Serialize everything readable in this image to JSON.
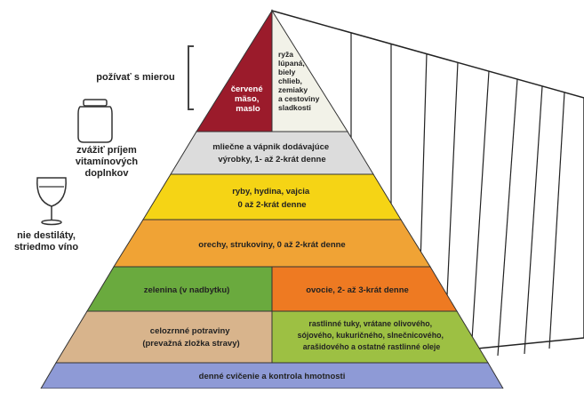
{
  "pyramid": {
    "tiers": {
      "red_meat": {
        "lines": [
          "červené",
          "mäso,",
          "maslo"
        ],
        "color": "#9b1b2b",
        "text_color": "#ffffff"
      },
      "refined": {
        "lines": [
          "ryža",
          "lúpaná,",
          "biely",
          "chlieb,",
          "zemiaky",
          "a cestoviny",
          "sladkosti"
        ],
        "color": "#f2f2e8"
      },
      "dairy": {
        "lines": [
          "mliečne a vápnik dodávajúce",
          "výrobky, 1- až 2-krát denne"
        ],
        "color": "#dcdcdc"
      },
      "fish": {
        "lines": [
          "ryby, hydina, vajcia",
          "0 až 2-krát denne"
        ],
        "color": "#f5d415"
      },
      "nuts": {
        "lines": [
          "orechy, strukoviny, 0 až 2-krát denne"
        ],
        "color": "#f0a335"
      },
      "vegetables": {
        "lines": [
          "zelenina (v nadbytku)"
        ],
        "color": "#6aaa3e"
      },
      "fruit": {
        "lines": [
          "ovocie, 2- až 3-krát denne"
        ],
        "color": "#ee7a22"
      },
      "wholegrain": {
        "lines": [
          "celozrnné potraviny",
          "(prevažná zložka stravy)"
        ],
        "color": "#d8b48c"
      },
      "oils": {
        "lines": [
          "rastlinné tuky, vrátane olivového,",
          "sójového, kukuričného, slnečnicového,",
          "arašidového a ostatné rastlinné oleje"
        ],
        "color": "#9dc043"
      },
      "base": {
        "lines": [
          "denné cvičenie a kontrola hmotnosti"
        ],
        "color": "#8e9ad6"
      }
    },
    "side_notes": {
      "moderation": "požívať s mierou",
      "vitamins": [
        "zvážiť príjem",
        "vitamínových doplnkov"
      ],
      "alcohol": [
        "nie destiláty,",
        "striedmo víno"
      ]
    },
    "icons": {
      "jar": "vitamin-jar-icon",
      "glass": "wine-glass-icon"
    }
  }
}
